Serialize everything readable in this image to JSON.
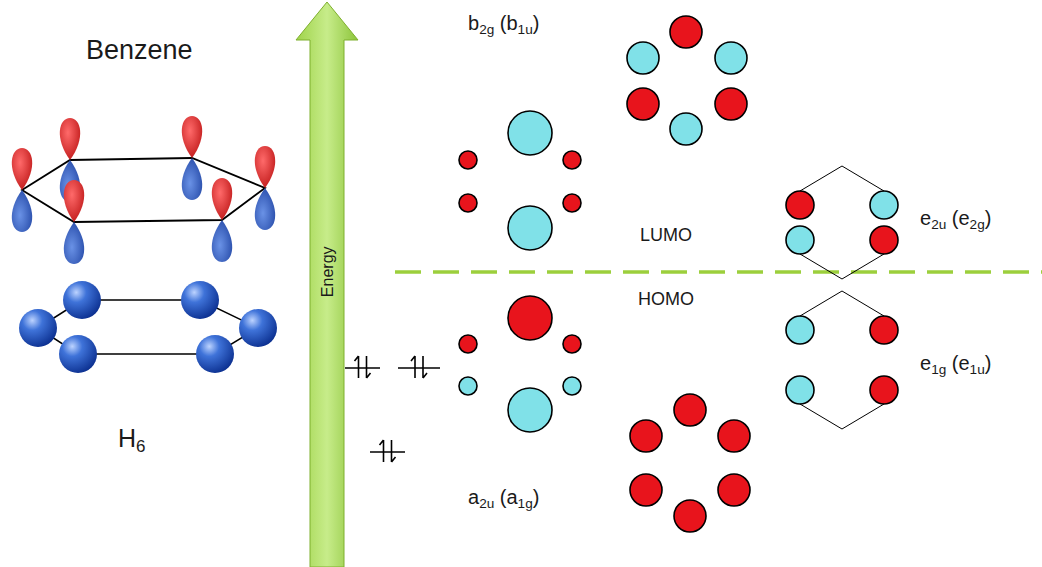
{
  "diagram": {
    "labels": [
      "Benzene",
      "H6",
      "Energy",
      "b2g (b1u)",
      "e2u (e2g)",
      "LUMO",
      "HOMO",
      "e1g (e1u)",
      "a2u (a1g)"
    ]
  }
}
